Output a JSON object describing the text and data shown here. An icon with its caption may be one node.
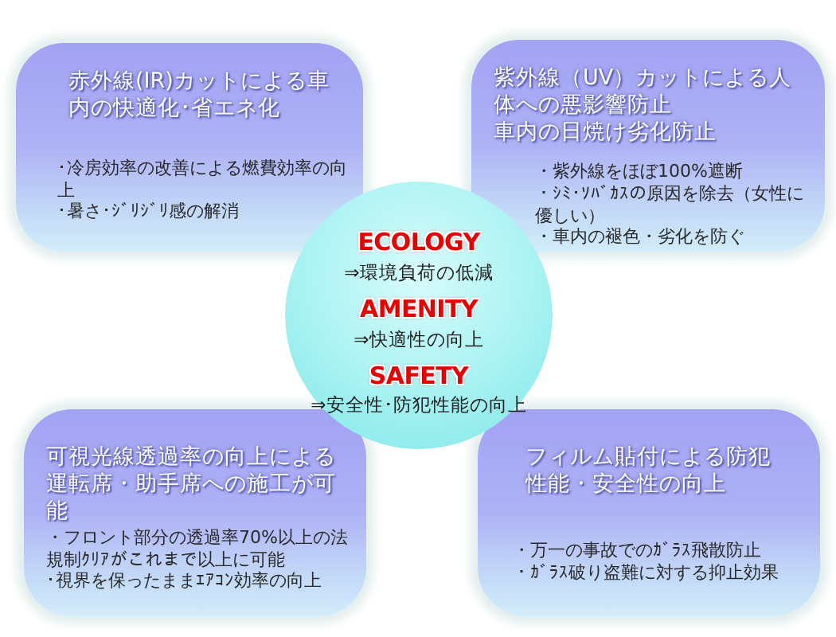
{
  "diagram": {
    "nodes": [
      {
        "text": [
          "赤外線(IR)カットによる車内の快適化･省エネ化",
          "･冷房効率の改善による燃費効率の向上",
          "･暑さ･ｼﾞﾘｼﾞﾘ感の解消"
        ]
      },
      {
        "text": [
          "紫外線（UV）カットによる人体への悪影響防止",
          "車内の日焼け劣化防止",
          "・紫外線をほぼ100%遮断",
          "・ｼﾐ･ｿﾊﾞｶｽの原因を除去（女性に優しい）",
          "・車内の褪色・劣化を防ぐ"
        ]
      },
      {
        "text": [
          "ECOLOGY",
          "⇒環境負荷の低減",
          "AMENITY",
          "⇒快適性の向上",
          "SAFETY",
          "⇒安全性･防犯性能の向上"
        ]
      },
      {
        "text": [
          "可視光線透過率の向上による運転席・助手席への施工が可能",
          "・フロント部分の透過率70%以上の法規制ｸﾘｱがこれまで以上に可能",
          "･視界を保ったままｴｱｺﾝ効率の向上"
        ]
      },
      {
        "text": [
          "フィルム貼付による防犯性能・安全性の向上",
          "・万一の事故でのｶﾞﾗｽ飛散防止",
          "・ｶﾞﾗｽ破り盗難に対する抑止効果"
        ]
      }
    ]
  }
}
